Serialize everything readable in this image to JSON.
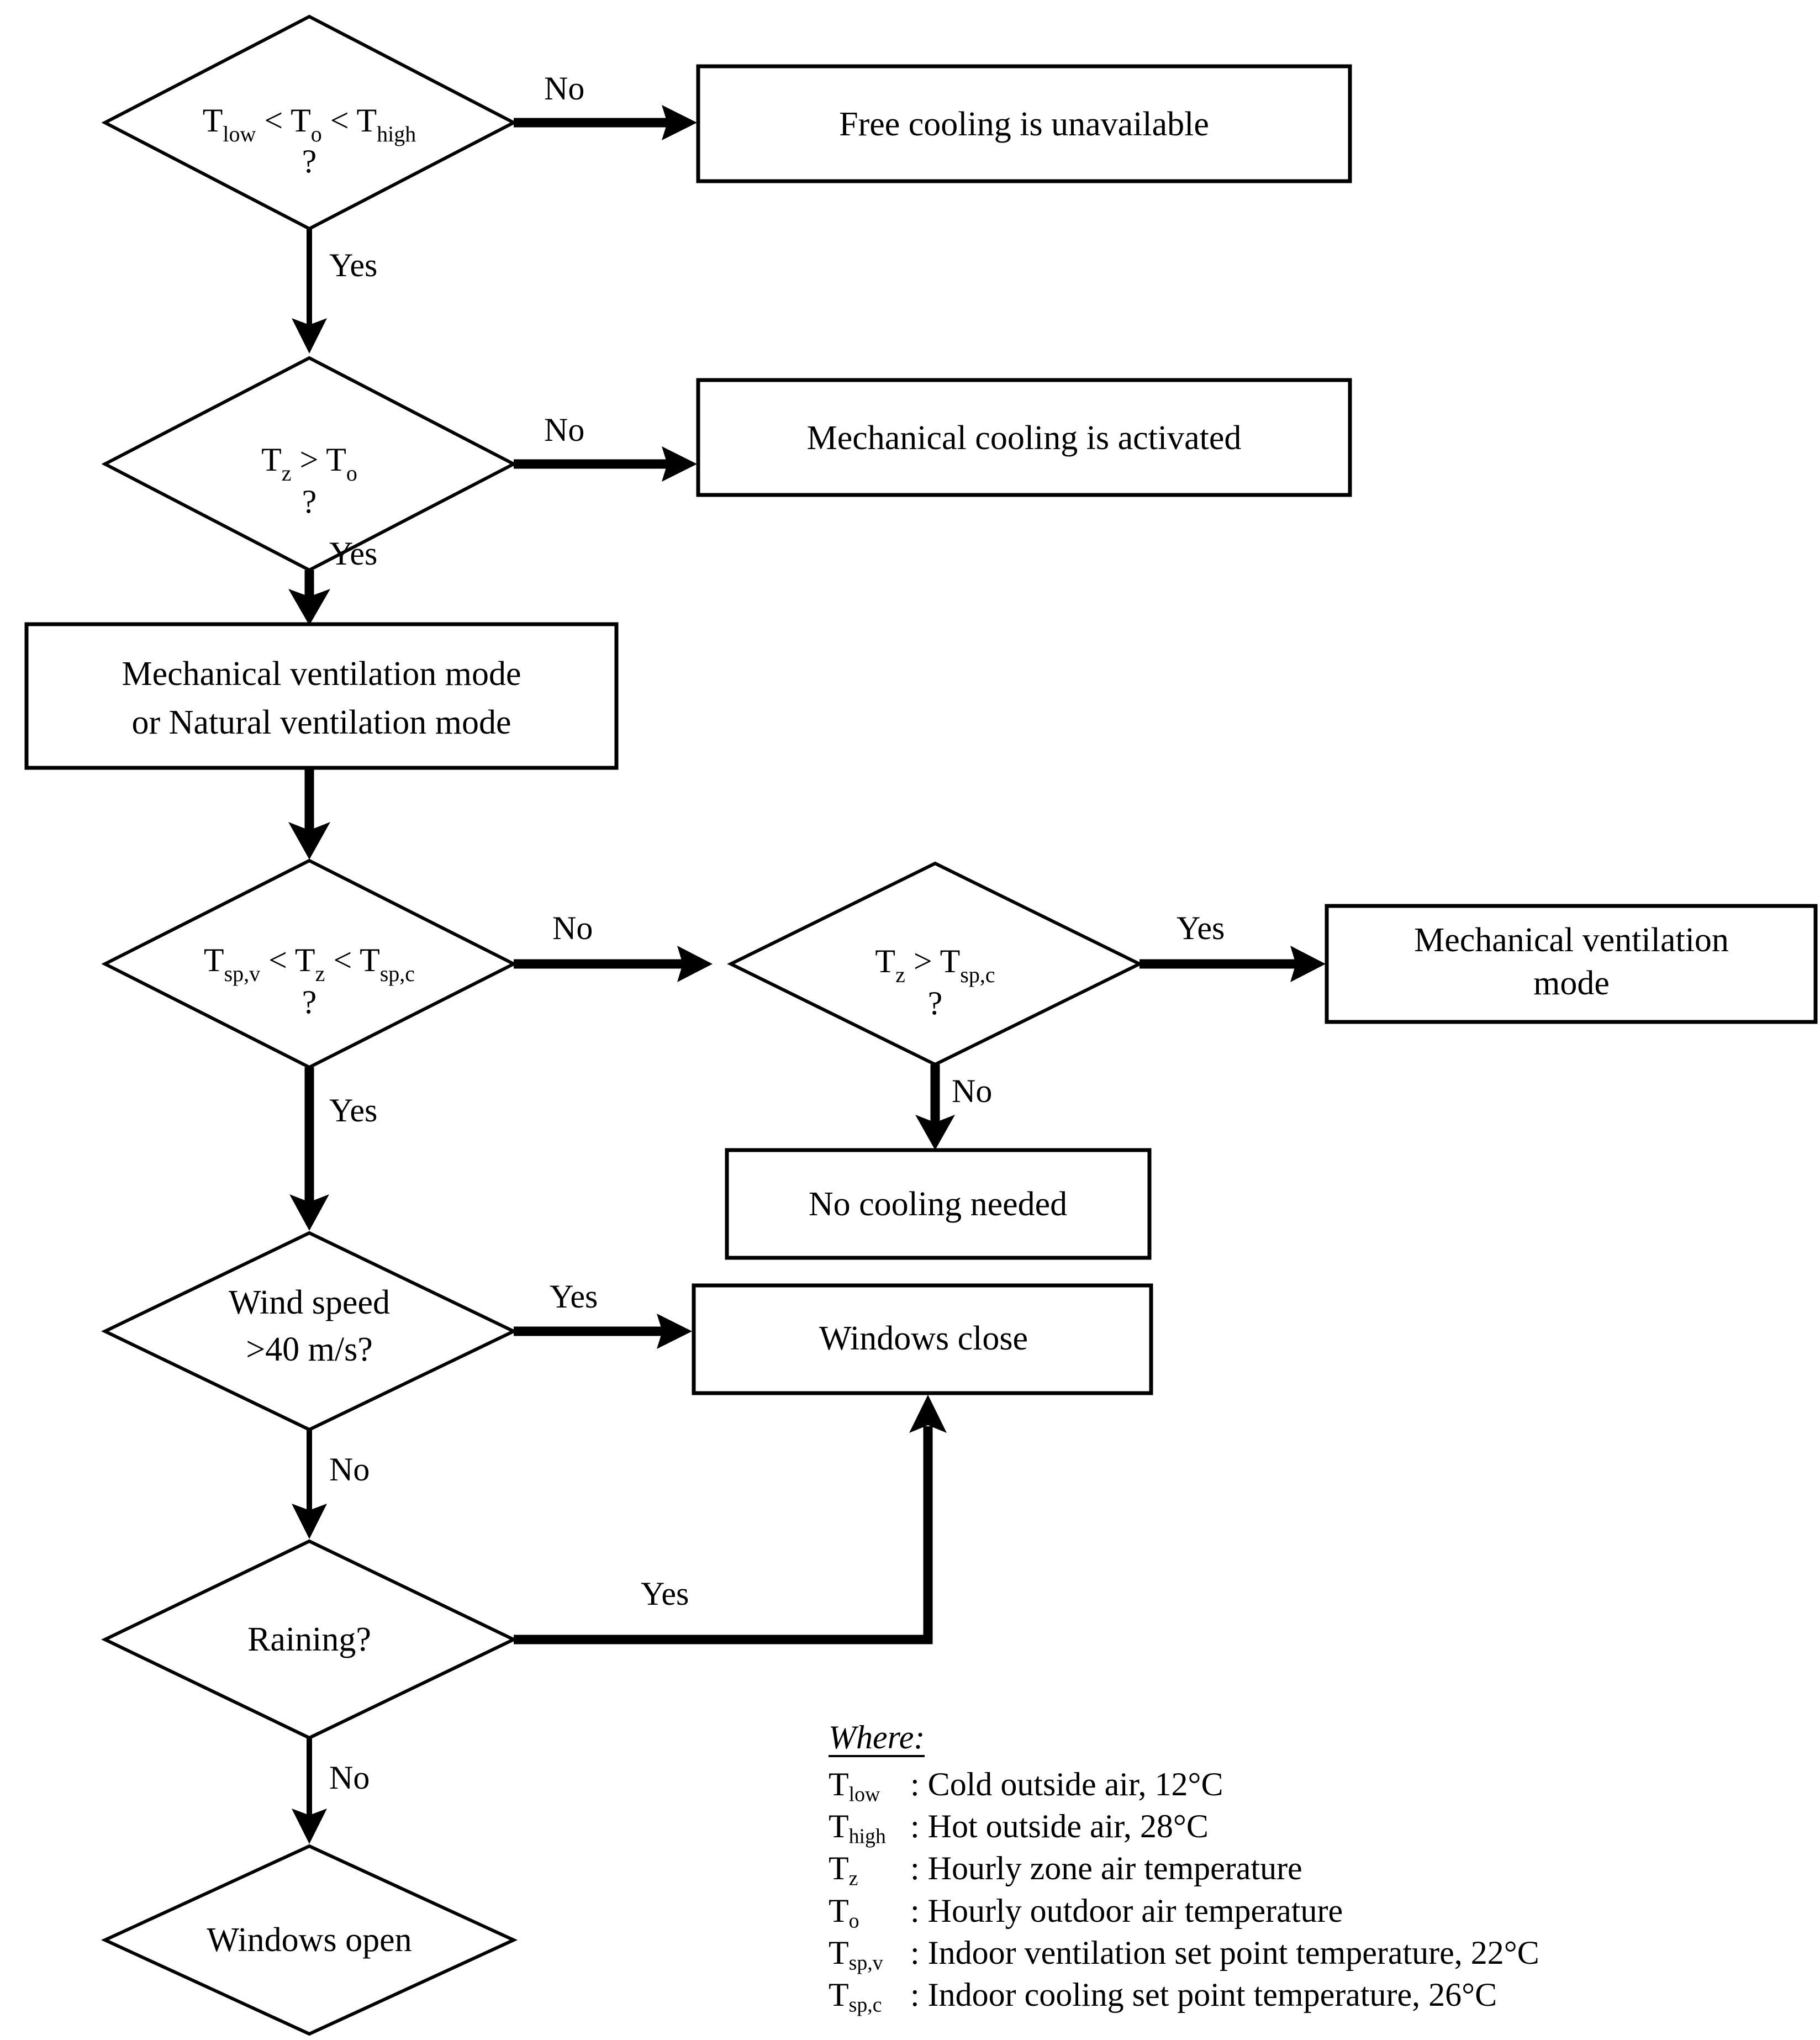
{
  "diagram": {
    "title": "Free cooling / natural ventilation control flowchart",
    "nodes": {
      "d1": {
        "line1_a": "T",
        "line1_a_sub": "low",
        "op1": " < ",
        "line1_b": "T",
        "line1_b_sub": "o",
        "op2": " < T",
        "line1_c_sub": "high",
        "q": "?"
      },
      "b1": {
        "label": "Free cooling is unavailable"
      },
      "d2": {
        "t1": "T",
        "t1_sub": "z",
        "op": " > ",
        "t2": "T",
        "t2_sub": "o",
        "q": "?"
      },
      "b2": {
        "label": "Mechanical cooling is activated"
      },
      "b3": {
        "line1": "Mechanical ventilation mode",
        "line2": "or Natural ventilation mode"
      },
      "d3": {
        "t1": "T",
        "t1_sub": "sp,v",
        "op1": " < T",
        "t2_sub": "z",
        "op2": " < T",
        "t3_sub": "sp,c",
        "q": "?"
      },
      "d4": {
        "t1": "T",
        "t1_sub": "z",
        "op": " > T",
        "t2_sub": "sp,c",
        "q": "?"
      },
      "b4": {
        "line1": "Mechanical ventilation",
        "line2": "mode"
      },
      "b5": {
        "label": "No cooling needed"
      },
      "d5": {
        "line1": "Wind speed",
        "line2": ">40 m/s?"
      },
      "b6": {
        "label": "Windows close"
      },
      "d6": {
        "label": "Raining?"
      },
      "d7": {
        "label": "Windows open"
      }
    },
    "edge_labels": {
      "e1_no": "No",
      "e1_yes": "Yes",
      "e2_no": "No",
      "e2_yes": "Yes",
      "e3_no": "No",
      "e3_yes": "Yes",
      "e4_yes": "Yes",
      "e4_no": "No",
      "e5_yes": "Yes",
      "e5_no": "No",
      "e6_yes": "Yes",
      "e6_no": "No"
    },
    "colors": {
      "stroke": "#000000",
      "fill": "#ffffff",
      "text": "#000000"
    }
  },
  "legend": {
    "heading": "Where:",
    "items": [
      {
        "symbol": "T",
        "symbol_sub": "low",
        "description": ": Cold outside air, 12°C"
      },
      {
        "symbol": "T",
        "symbol_sub": "high",
        "description": ": Hot outside air, 28°C"
      },
      {
        "symbol": "T",
        "symbol_sub": "z",
        "description": ": Hourly zone air temperature"
      },
      {
        "symbol": "T",
        "symbol_sub": "o",
        "description": ": Hourly outdoor air temperature"
      },
      {
        "symbol": "T",
        "symbol_sub": "sp,v",
        "description": ": Indoor ventilation set point temperature, 22°C"
      },
      {
        "symbol": "T",
        "symbol_sub": "sp,c",
        "description": ": Indoor cooling set point temperature, 26°C"
      }
    ]
  }
}
